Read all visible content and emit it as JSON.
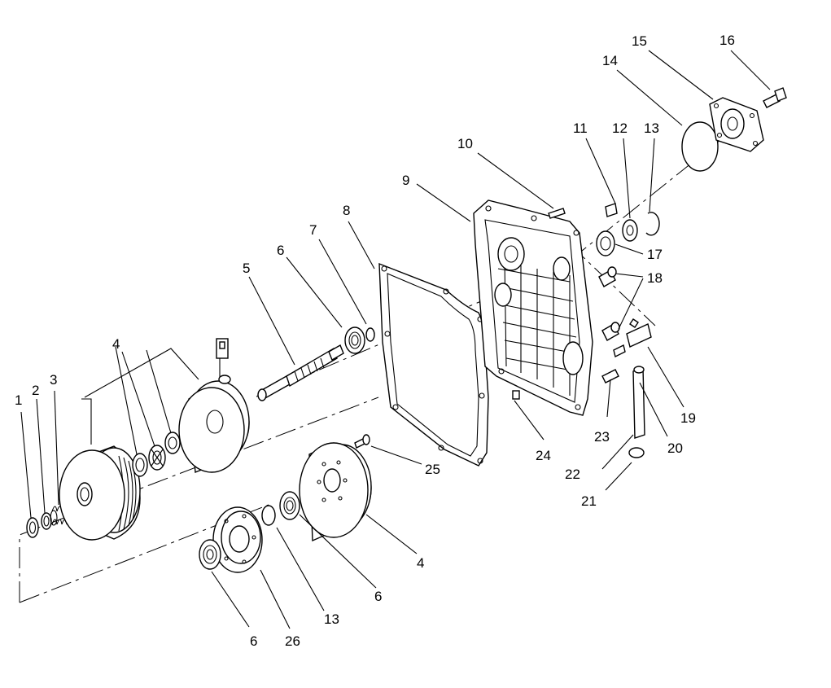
{
  "callouts": {
    "c1": "1",
    "c2": "2",
    "c3": "3",
    "c4a": "4",
    "c4b": "4",
    "c5": "5",
    "c6a": "6",
    "c6b": "6",
    "c6c": "6",
    "c7": "7",
    "c8": "8",
    "c9": "9",
    "c10": "10",
    "c11": "11",
    "c12": "12",
    "c13a": "13",
    "c13b": "13",
    "c14": "14",
    "c15": "15",
    "c16": "16",
    "c17": "17",
    "c18": "18",
    "c19": "19",
    "c20": "20",
    "c21": "21",
    "c22": "22",
    "c23": "23",
    "c24": "24",
    "c25": "25",
    "c26": "26"
  }
}
